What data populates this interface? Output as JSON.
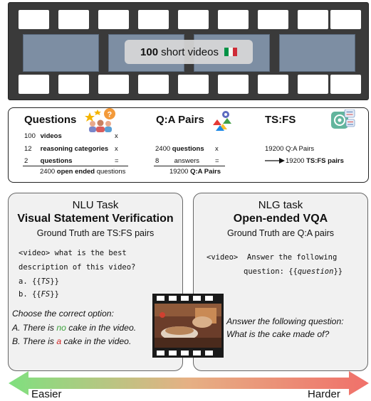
{
  "video_strip": {
    "count": "100",
    "label": "short videos"
  },
  "stats": {
    "questions": {
      "title": "Questions",
      "rows": [
        {
          "num": "100",
          "label": "videos",
          "op": "x"
        },
        {
          "num": "12",
          "label": "reasoning categories",
          "op": "x"
        },
        {
          "num": "2",
          "label": "questions",
          "op": "="
        }
      ],
      "total_num": "2400",
      "total_bold": "open ended",
      "total_rest": "questions"
    },
    "qa_pairs": {
      "title": "Q:A Pairs",
      "rows": [
        {
          "num": "2400",
          "label": "questions",
          "op": "x"
        },
        {
          "num": "8",
          "label": "answers",
          "op": "="
        }
      ],
      "total_num": "19200",
      "total_bold": "Q:A Pairs"
    },
    "tsfs": {
      "title": "TS:FS",
      "line1": "19200 Q:A Pairs",
      "line2_num": "19200",
      "line2_bold": "TS:FS pairs"
    }
  },
  "nlu": {
    "task": "NLU Task",
    "name": "Visual Statement Verification",
    "gt": "Ground Truth are TS:FS pairs",
    "prompt_line1": "<video> what is the best",
    "prompt_line2": "description of this video?",
    "opt_a_prefix": "a. {{",
    "opt_a_var": "TS",
    "opt_b_prefix": "b. {{",
    "opt_b_var": "FS",
    "close": "}}",
    "instruction": "Choose the correct option:",
    "a_pre": "A. There is ",
    "a_key": "no",
    "a_post": " cake in the video.",
    "b_pre": "B. There is ",
    "b_key": "a",
    "b_post": " cake in the video."
  },
  "nlg": {
    "task": "NLG task",
    "name": "Open-ended VQA",
    "gt": "Ground Truth are Q:A pairs",
    "prompt_line1": "<video>  Answer the following",
    "prompt_line2_pre": "question: {{",
    "prompt_line2_var": "question",
    "prompt_line2_post": "}}",
    "answer_line1": "Answer the following question:",
    "answer_line2": "What is the cake made of?"
  },
  "difficulty": {
    "easier": "Easier",
    "harder": "Harder",
    "start_color": "#7fe07f",
    "end_color": "#f0706a"
  },
  "colors": {
    "no_color": "#3aa03a",
    "a_color": "#d02020",
    "frame_blue": "#7d8ea3"
  },
  "icons": [
    "people-question-icon",
    "network-nodes-icon",
    "chatgpt-logo-icon",
    "italy-flag-icon",
    "video-film-icon"
  ]
}
